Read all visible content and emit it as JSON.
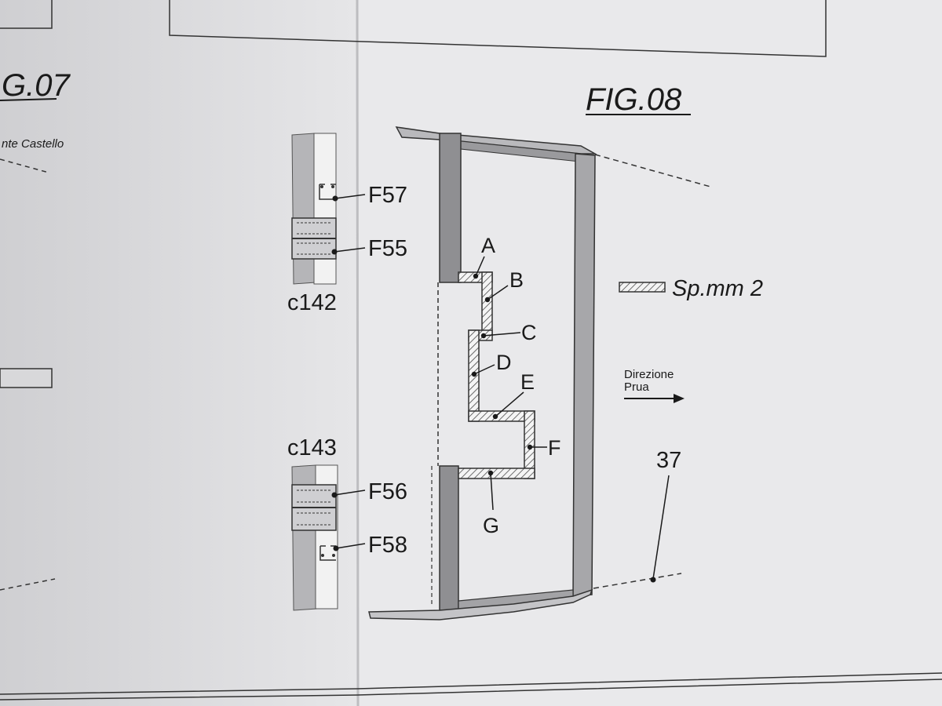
{
  "figures": {
    "fig07_title": "G.07",
    "fig07_caption": "nte Castello",
    "fig08_title": "FIG.08"
  },
  "details": {
    "upper_group_label": "c142",
    "lower_group_label": "c143",
    "callouts": [
      "F57",
      "F55",
      "F56",
      "F58"
    ]
  },
  "parts": {
    "labels": [
      "A",
      "B",
      "C",
      "D",
      "E",
      "F",
      "G"
    ]
  },
  "legend": {
    "thickness": "Sp.mm 2"
  },
  "direction": {
    "line1": "Direzione",
    "line2": "Prua"
  },
  "frame_number": "37",
  "colors": {
    "paper": "#ececee",
    "ink": "#1a1a1a",
    "grey_fill": "#8f8f92",
    "light_fill": "#b9b9bc"
  }
}
